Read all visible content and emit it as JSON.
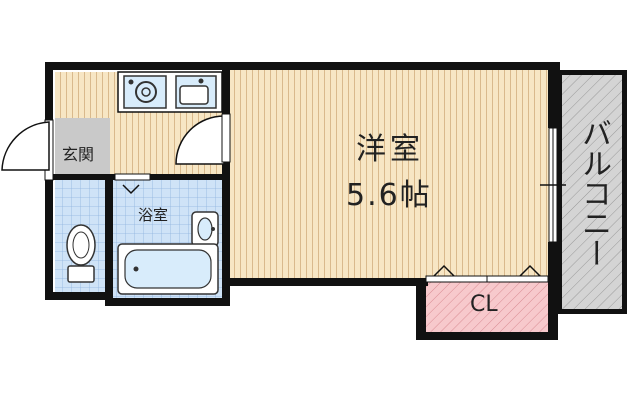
{
  "rooms": {
    "western_room": {
      "name": "洋室",
      "size": "5.6帖"
    },
    "entrance": {
      "name": "玄関"
    },
    "bathroom": {
      "name": "浴室"
    },
    "closet": {
      "name": "CL"
    },
    "balcony": {
      "name": "バルコニー"
    }
  },
  "colors": {
    "wall": "#111111",
    "floor_wood": "#f7e6c4",
    "floor_stripe": "#d9b98c",
    "bath_tile": "#cfe3f7",
    "bath_grid": "#8fb4de",
    "closet_fill": "#f7c9cc",
    "closet_hatch": "#d98c93",
    "balcony_fill": "#d4d4d4",
    "balcony_hatch": "#9a9a9a",
    "entrance_floor": "#c9c9c9",
    "fixture_fill": "#d8ecfb",
    "fixture_stroke": "#333333"
  }
}
